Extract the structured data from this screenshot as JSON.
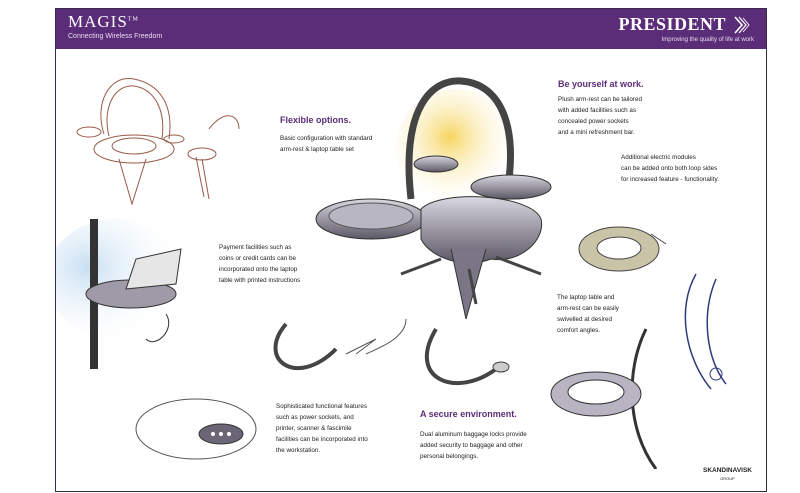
{
  "header": {
    "brand": "MAGIS",
    "trademark": "TM",
    "tagline": "Connecting Wireless Freedom",
    "company": "PRESIDENT",
    "company_tagline": "Improving the quality of life at work"
  },
  "sections": {
    "flexible": {
      "title": "Flexible options.",
      "body": "Basic configuration with standard\narm-rest & laptop table set"
    },
    "yourself": {
      "title": "Be yourself at work.",
      "body": "Plush arm-rest can be tailored\nwith added facilities such as\nconcealed power sockets\nand a mini refreshment bar."
    },
    "electric": {
      "body": "Additional electric modules\ncan be added onto both loop sides\nfor increased feature - functionality."
    },
    "payment": {
      "body": "Payment facilities such as\ncoins or credit cards can be\nincorporated onto the laptop\ntable with printed instructions"
    },
    "laptop": {
      "body": "The laptop table and\narm-rest can be easily\nswivelled at desired\ncomfort angles."
    },
    "functional": {
      "body": "Sophisticated functional features\nsuch as power sockets, and\nprinter, scanner & fascimile\nfacilities can be incorporated into\nthe workstation."
    },
    "secure": {
      "title": "A secure environment.",
      "body": "Dual aluminum baggage locks provide\nadded security to baggage and other\npersonal belongings."
    }
  },
  "footer": {
    "logo": "SKANDINAVISK",
    "logo_sub": "GROUP"
  },
  "colors": {
    "header": "#5b2d78",
    "heading": "#5b2d78",
    "glow": "#f6d560"
  }
}
